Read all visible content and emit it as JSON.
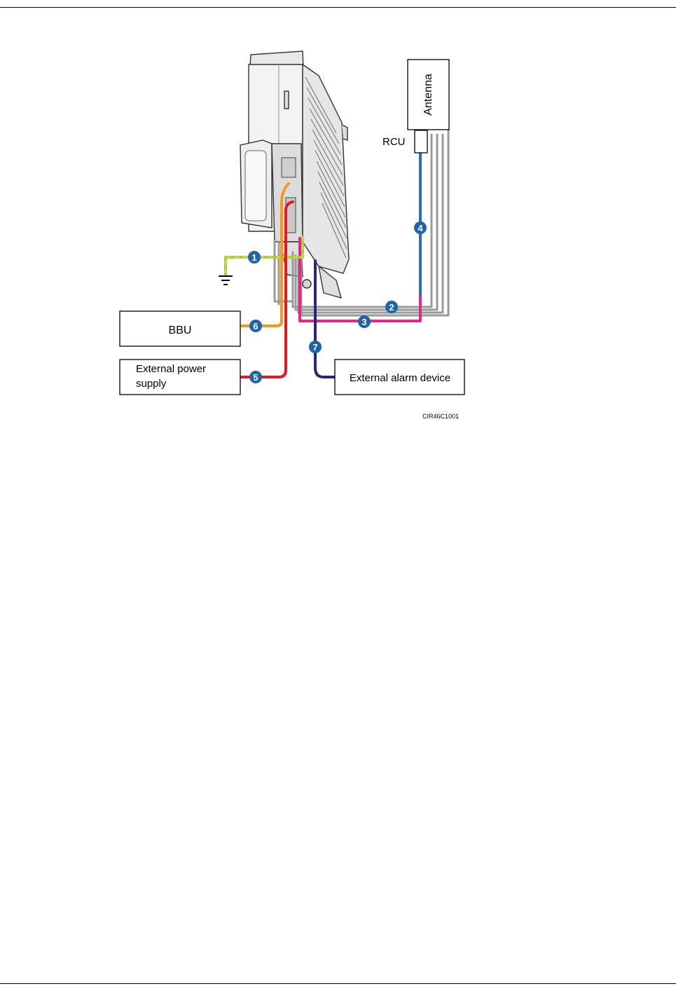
{
  "labels": {
    "antenna": "Antenna",
    "rcu": "RCU",
    "bbu": "BBU",
    "power_line1": "External power",
    "power_line2": "supply",
    "alarm": "External alarm device",
    "figure_id": "CIR46C1001"
  },
  "callouts": {
    "c1": "1",
    "c2": "2",
    "c3": "3",
    "c4": "4",
    "c5": "5",
    "c6": "6",
    "c7": "7"
  },
  "colors": {
    "ground_cable": "#a8c93a",
    "ground_cable_stripe": "#e4e54a",
    "rf_jumpers": "#9a9a9a",
    "pink_cable": "#e2278a",
    "rcu_cable": "#2a6fb8",
    "power_cable": "#e01b24",
    "bbu_cable": "#f39a1e",
    "alarm_cable": "#232a7a",
    "callout_fill": "#1f63a8"
  }
}
